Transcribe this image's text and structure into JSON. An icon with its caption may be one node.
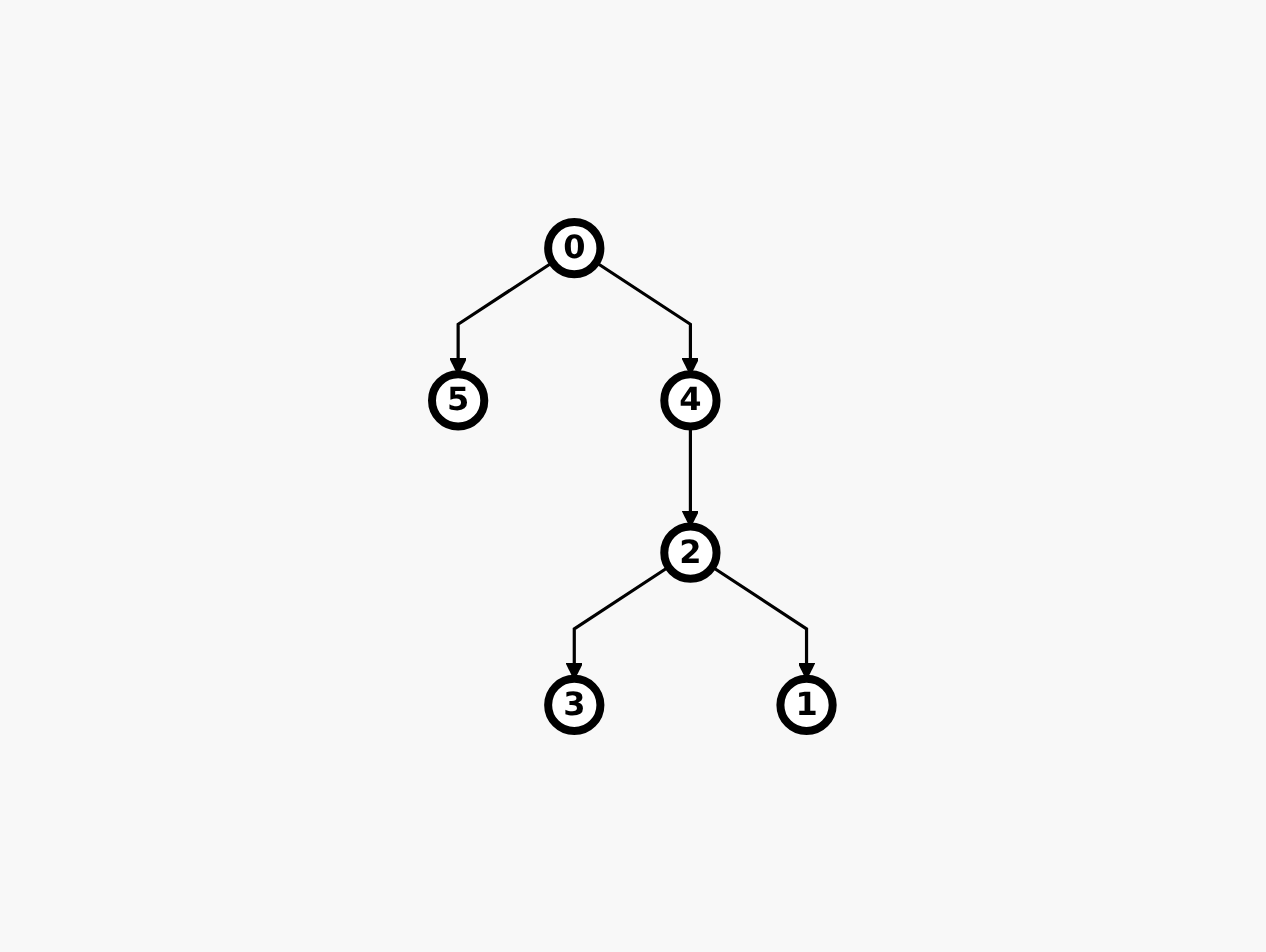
{
  "diagram": {
    "nodes": [
      {
        "text": [
          "0"
        ]
      },
      {
        "text": [
          "5"
        ]
      },
      {
        "text": [
          "4"
        ]
      },
      {
        "text": [
          "2"
        ]
      },
      {
        "text": [
          "3"
        ]
      },
      {
        "text": [
          "1"
        ]
      }
    ],
    "edges": [
      {
        "from": 0,
        "to": 1,
        "arrow": "to"
      },
      {
        "from": 0,
        "to": 2,
        "arrow": "to"
      },
      {
        "from": 2,
        "to": 3,
        "arrow": "to"
      },
      {
        "from": 3,
        "to": 4,
        "arrow": "to"
      },
      {
        "from": 3,
        "to": 5,
        "arrow": "to"
      }
    ]
  }
}
